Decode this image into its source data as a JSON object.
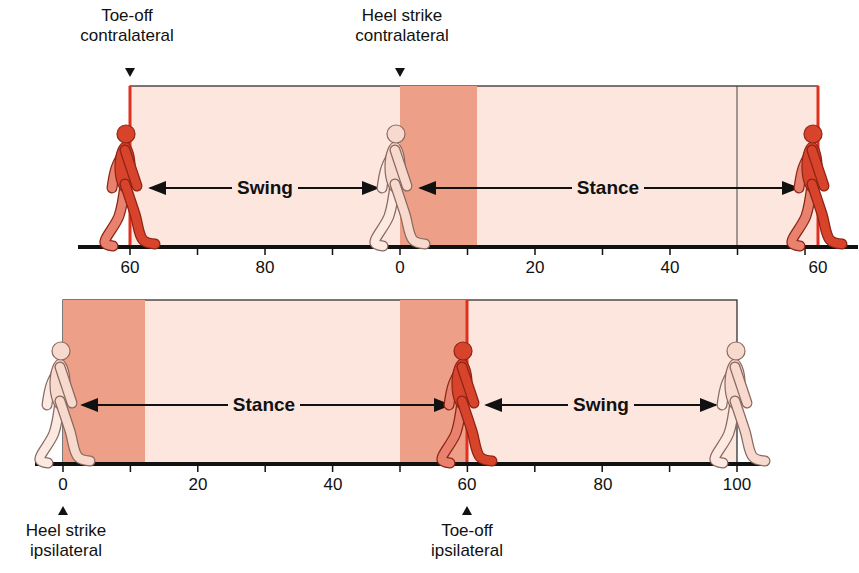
{
  "diagram": {
    "nodes": [
      {
        "text": [
          "Swing",
          "Stance"
        ]
      },
      {
        "text": [
          "Stance",
          "Swing"
        ]
      }
    ],
    "labels": [
      "Toe-off contralateral",
      "Heel strike contralateral",
      "60",
      "80",
      "0",
      "20",
      "40",
      "60",
      "0",
      "20",
      "40",
      "60",
      "80",
      "100",
      "Heel strike ipsilateral",
      "Toe-off ipsilateral"
    ]
  }
}
